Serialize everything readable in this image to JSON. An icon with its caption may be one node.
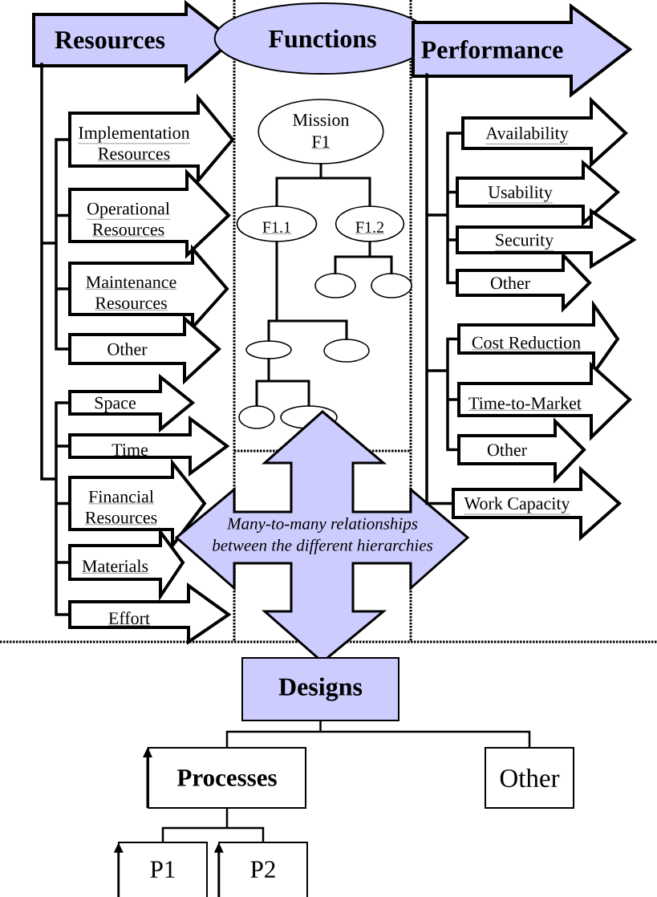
{
  "diagram": {
    "nodes": [
      {
        "text": [
          "Resources"
        ]
      },
      {
        "text": [
          "Functions"
        ]
      },
      {
        "text": [
          "Performance"
        ]
      },
      {
        "text": [
          "Implementation Resources"
        ]
      },
      {
        "text": [
          "Operational Resources"
        ]
      },
      {
        "text": [
          "Maintenance Resources"
        ]
      },
      {
        "text": [
          "Other"
        ]
      },
      {
        "text": [
          "Space"
        ]
      },
      {
        "text": [
          "Time"
        ]
      },
      {
        "text": [
          "Financial Resources"
        ]
      },
      {
        "text": [
          "Materials"
        ]
      },
      {
        "text": [
          "Effort"
        ]
      },
      {
        "text": [
          "Mission",
          "F1"
        ]
      },
      {
        "text": [
          "F1.1"
        ]
      },
      {
        "text": [
          "F1.2"
        ]
      },
      {
        "text": [],
        "shape": "ellipse"
      },
      {
        "text": [],
        "shape": "ellipse"
      },
      {
        "text": [],
        "shape": "ellipse"
      },
      {
        "text": [],
        "shape": "ellipse"
      },
      {
        "text": [],
        "shape": "ellipse"
      },
      {
        "text": [],
        "shape": "ellipse"
      },
      {
        "text": [
          "Availability"
        ]
      },
      {
        "text": [
          "Usability"
        ]
      },
      {
        "text": [
          "Security"
        ]
      },
      {
        "text": [
          "Other"
        ]
      },
      {
        "text": [
          "Cost Reduction"
        ]
      },
      {
        "text": [
          "Time-to-Market"
        ]
      },
      {
        "text": [
          "Other"
        ]
      },
      {
        "text": [
          "Work Capacity"
        ]
      },
      {
        "text": [
          "Many-to-many relationships between the different hierarchies"
        ]
      },
      {
        "text": [
          "Designs"
        ]
      },
      {
        "text": [
          "Processes"
        ]
      },
      {
        "text": [
          "Other"
        ]
      },
      {
        "text": [
          "P1"
        ]
      },
      {
        "text": [
          "P2"
        ]
      }
    ],
    "edges": [
      {
        "from": 0,
        "to": 3,
        "arrow": "none"
      },
      {
        "from": 0,
        "to": 4,
        "arrow": "none"
      },
      {
        "from": 0,
        "to": 5,
        "arrow": "none"
      },
      {
        "from": 0,
        "to": 6,
        "arrow": "none"
      },
      {
        "from": 0,
        "to": 7,
        "arrow": "none"
      },
      {
        "from": 0,
        "to": 8,
        "arrow": "none"
      },
      {
        "from": 0,
        "to": 9,
        "arrow": "none"
      },
      {
        "from": 0,
        "to": 10,
        "arrow": "none"
      },
      {
        "from": 0,
        "to": 11,
        "arrow": "none"
      },
      {
        "from": 2,
        "to": 21,
        "arrow": "none"
      },
      {
        "from": 2,
        "to": 22,
        "arrow": "none"
      },
      {
        "from": 2,
        "to": 23,
        "arrow": "none"
      },
      {
        "from": 2,
        "to": 24,
        "arrow": "none"
      },
      {
        "from": 2,
        "to": 25,
        "arrow": "none"
      },
      {
        "from": 2,
        "to": 26,
        "arrow": "none"
      },
      {
        "from": 2,
        "to": 27,
        "arrow": "none"
      },
      {
        "from": 2,
        "to": 28,
        "arrow": "none"
      },
      {
        "from": 12,
        "to": 13,
        "arrow": "none"
      },
      {
        "from": 12,
        "to": 14,
        "arrow": "none"
      },
      {
        "from": 14,
        "to": 15,
        "arrow": "none"
      },
      {
        "from": 14,
        "to": 16,
        "arrow": "none"
      },
      {
        "from": 13,
        "to": 17,
        "arrow": "none"
      },
      {
        "from": 13,
        "to": 18,
        "arrow": "none"
      },
      {
        "from": 17,
        "to": 19,
        "arrow": "none"
      },
      {
        "from": 17,
        "to": 20,
        "arrow": "none"
      },
      {
        "from": 30,
        "to": 31,
        "arrow": "none"
      },
      {
        "from": 30,
        "to": 32,
        "arrow": "none"
      },
      {
        "from": 31,
        "to": 33,
        "arrow": "none"
      },
      {
        "from": 31,
        "to": 34,
        "arrow": "none"
      },
      {
        "from": null,
        "to": 31,
        "arrow": "to"
      },
      {
        "from": null,
        "to": 33,
        "arrow": "to"
      },
      {
        "from": null,
        "to": 34,
        "arrow": "to"
      }
    ]
  }
}
